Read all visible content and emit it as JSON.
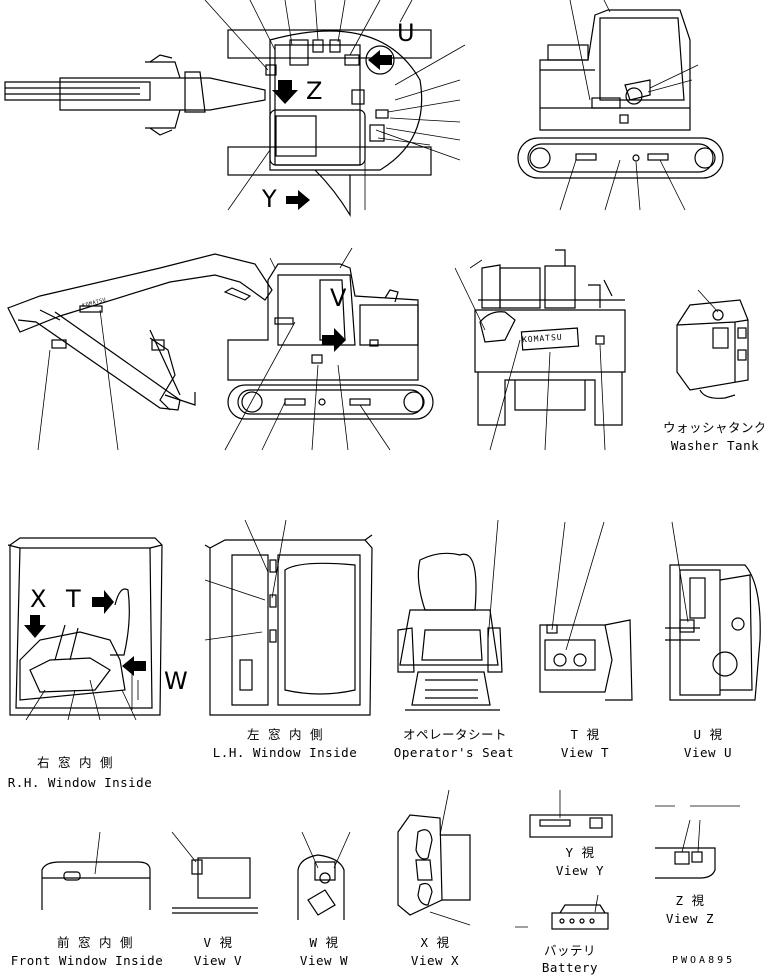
{
  "labels": {
    "rh_window_jp": "右 窓 内 側",
    "rh_window_en": "R.H. Window Inside",
    "lh_window_jp": "左 窓 内 側",
    "lh_window_en": "L.H. Window Inside",
    "seat_jp": "オペレータシート",
    "seat_en": "Operator's Seat",
    "view_t_jp": "T 視",
    "view_t_en": "View T",
    "view_u_jp": "U 視",
    "view_u_en": "View U",
    "washer_jp": "ウォッシャタンク",
    "washer_en": "Washer Tank",
    "front_window_jp": "前 窓 内 側",
    "front_window_en": "Front Window Inside",
    "view_v_jp": "V 視",
    "view_v_en": "View V",
    "view_w_jp": "W 視",
    "view_w_en": "View W",
    "view_x_jp": "X 視",
    "view_x_en": "View X",
    "view_y_jp": "Y 視",
    "view_y_en": "View Y",
    "view_z_jp": "Z 視",
    "view_z_en": "View Z",
    "battery_jp": "バッテリ",
    "battery_en": "Battery",
    "drawing_no": "PWOA895"
  },
  "view_letters": {
    "u": "U",
    "z": "Z",
    "y": "Y",
    "v": "V",
    "x": "X",
    "t": "T",
    "w": "W"
  },
  "brand": {
    "rear": "KOMATSU",
    "arm": "KOMATSU"
  }
}
